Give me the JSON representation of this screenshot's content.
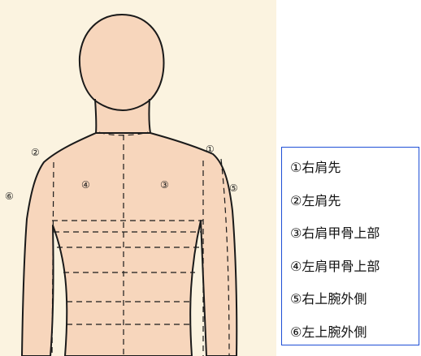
{
  "colors": {
    "paper": "#fbf3e0",
    "skin": "#f7d6bc",
    "outline": "#1a1a1a",
    "legend_border": "#1f4fd6"
  },
  "markers": {
    "m1": "①",
    "m2": "②",
    "m3": "③",
    "m4": "④",
    "m5": "⑤",
    "m6": "⑥"
  },
  "legend": {
    "items": [
      "①右肩先",
      "②左肩先",
      "③右肩甲骨上部",
      "④左肩甲骨上部",
      "⑤右上腕外側",
      "⑥左上腕外側"
    ]
  }
}
